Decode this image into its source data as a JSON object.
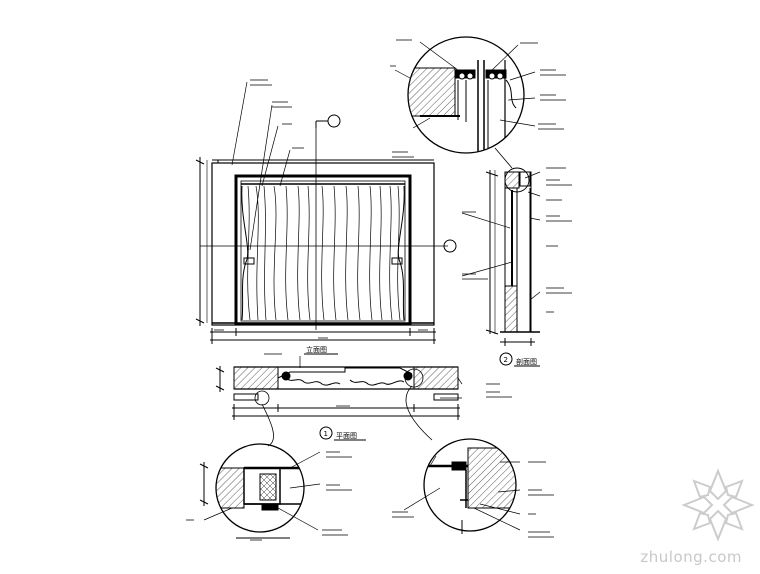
{
  "drawing": {
    "views": [
      {
        "id": "elevation",
        "title": "立面图"
      },
      {
        "id": "plan",
        "title": "平面图"
      },
      {
        "id": "section",
        "title": "剖面图"
      }
    ],
    "markers": [
      {
        "id": "view-1",
        "number": "1"
      },
      {
        "id": "view-2",
        "number": "2"
      }
    ]
  },
  "watermark": {
    "text": "zhulong.com"
  },
  "colors": {
    "line": "#000000",
    "hatch": "#333333",
    "watermark": "#c8c8c8"
  }
}
